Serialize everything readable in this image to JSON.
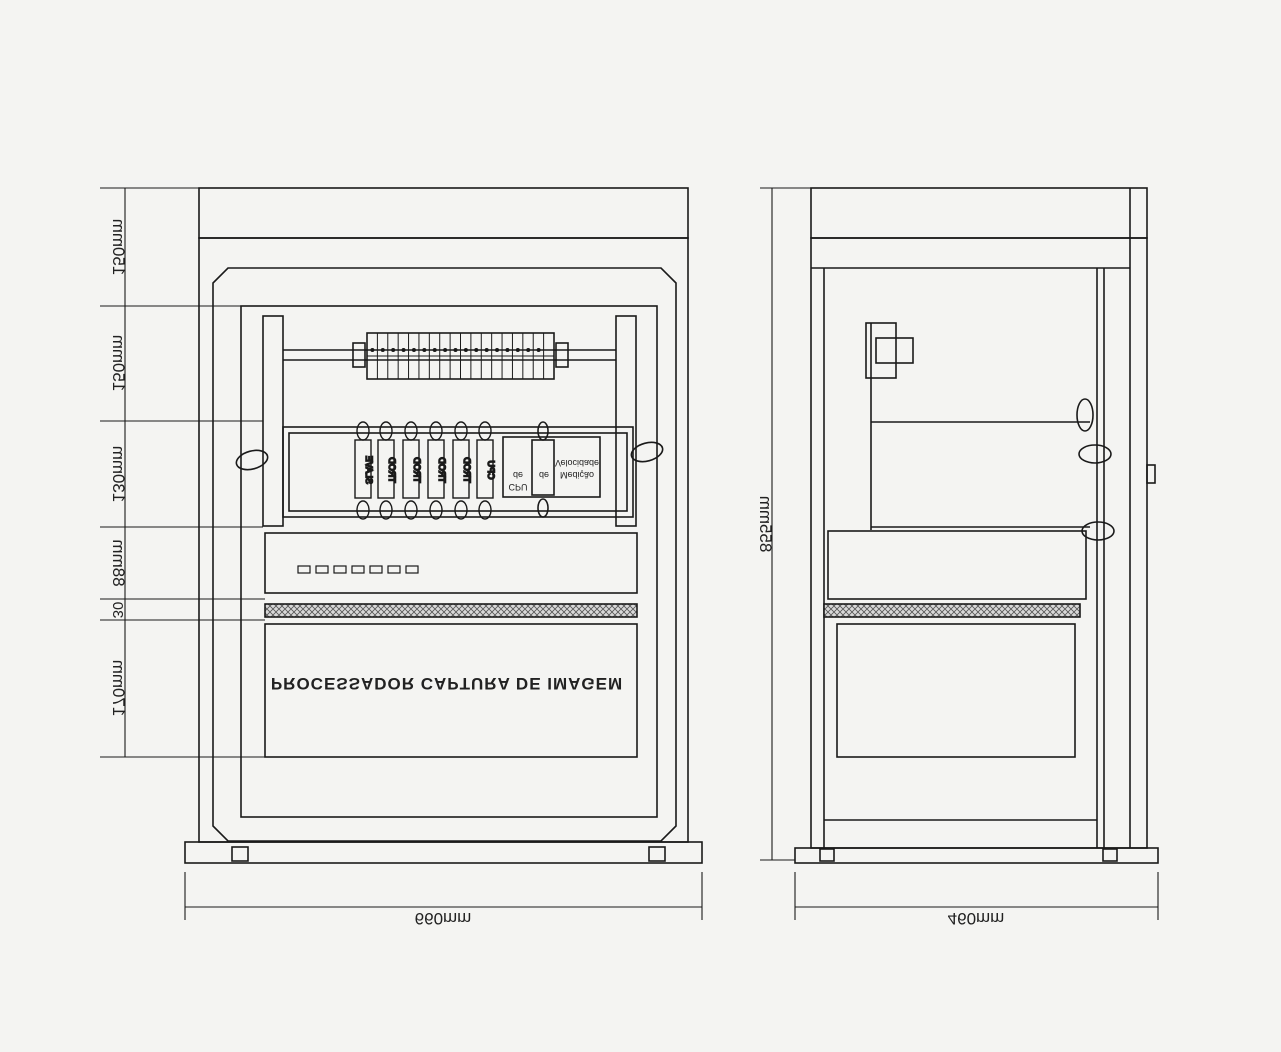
{
  "front_view": {
    "dims_vertical": [
      "150mm",
      "150mm",
      "130mm",
      "88mm",
      "30",
      "170mm"
    ],
    "dim_width": "660mm",
    "modules": [
      "SLAVE",
      "TROD",
      "TROD",
      "TROD",
      "TROD",
      "CPU"
    ],
    "cpu_board_lines": [
      "de",
      "CPU",
      "Velocidade",
      "de",
      "Medição"
    ],
    "panel_label": "PROCESSADOR CAPTURA DE IMAGEM"
  },
  "side_view": {
    "dim_height": "855mm",
    "dim_width": "460mm"
  }
}
